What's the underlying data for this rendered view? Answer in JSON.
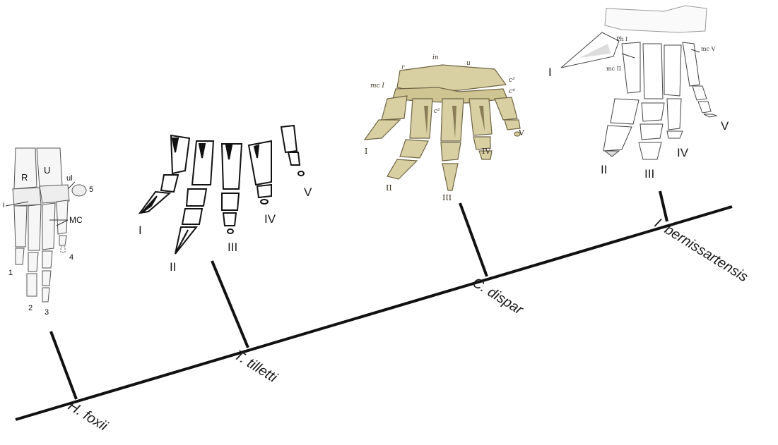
{
  "taxa": [
    {
      "name": "H. foxii"
    },
    {
      "name": "T. tilletti"
    },
    {
      "name": "C. dispar"
    },
    {
      "name": "I. bernissartensis"
    }
  ],
  "hand_foxii": {
    "bone_labels": [
      "R",
      "U",
      "ul",
      "i",
      "MC"
    ],
    "digits": [
      "1",
      "2",
      "3",
      "4",
      "5"
    ]
  },
  "hand_tilletti": {
    "digits": [
      "I",
      "II",
      "III",
      "IV",
      "V"
    ]
  },
  "hand_dispar": {
    "bone_labels": [
      "r",
      "in",
      "u",
      "mc I",
      "c³",
      "c⁴",
      "c²"
    ],
    "digits": [
      "I",
      "II",
      "III",
      "IV",
      "V"
    ]
  },
  "hand_bernissartensis": {
    "bone_labels": [
      "Ph I",
      "mc II",
      "mc V"
    ],
    "digits": [
      "I",
      "II",
      "III",
      "IV",
      "V"
    ]
  },
  "colors": {
    "line": "#111111",
    "bone_fossil": "#d8cfa3",
    "bone_shadow": "#8a7d55",
    "ink": "#1a1a1a"
  }
}
